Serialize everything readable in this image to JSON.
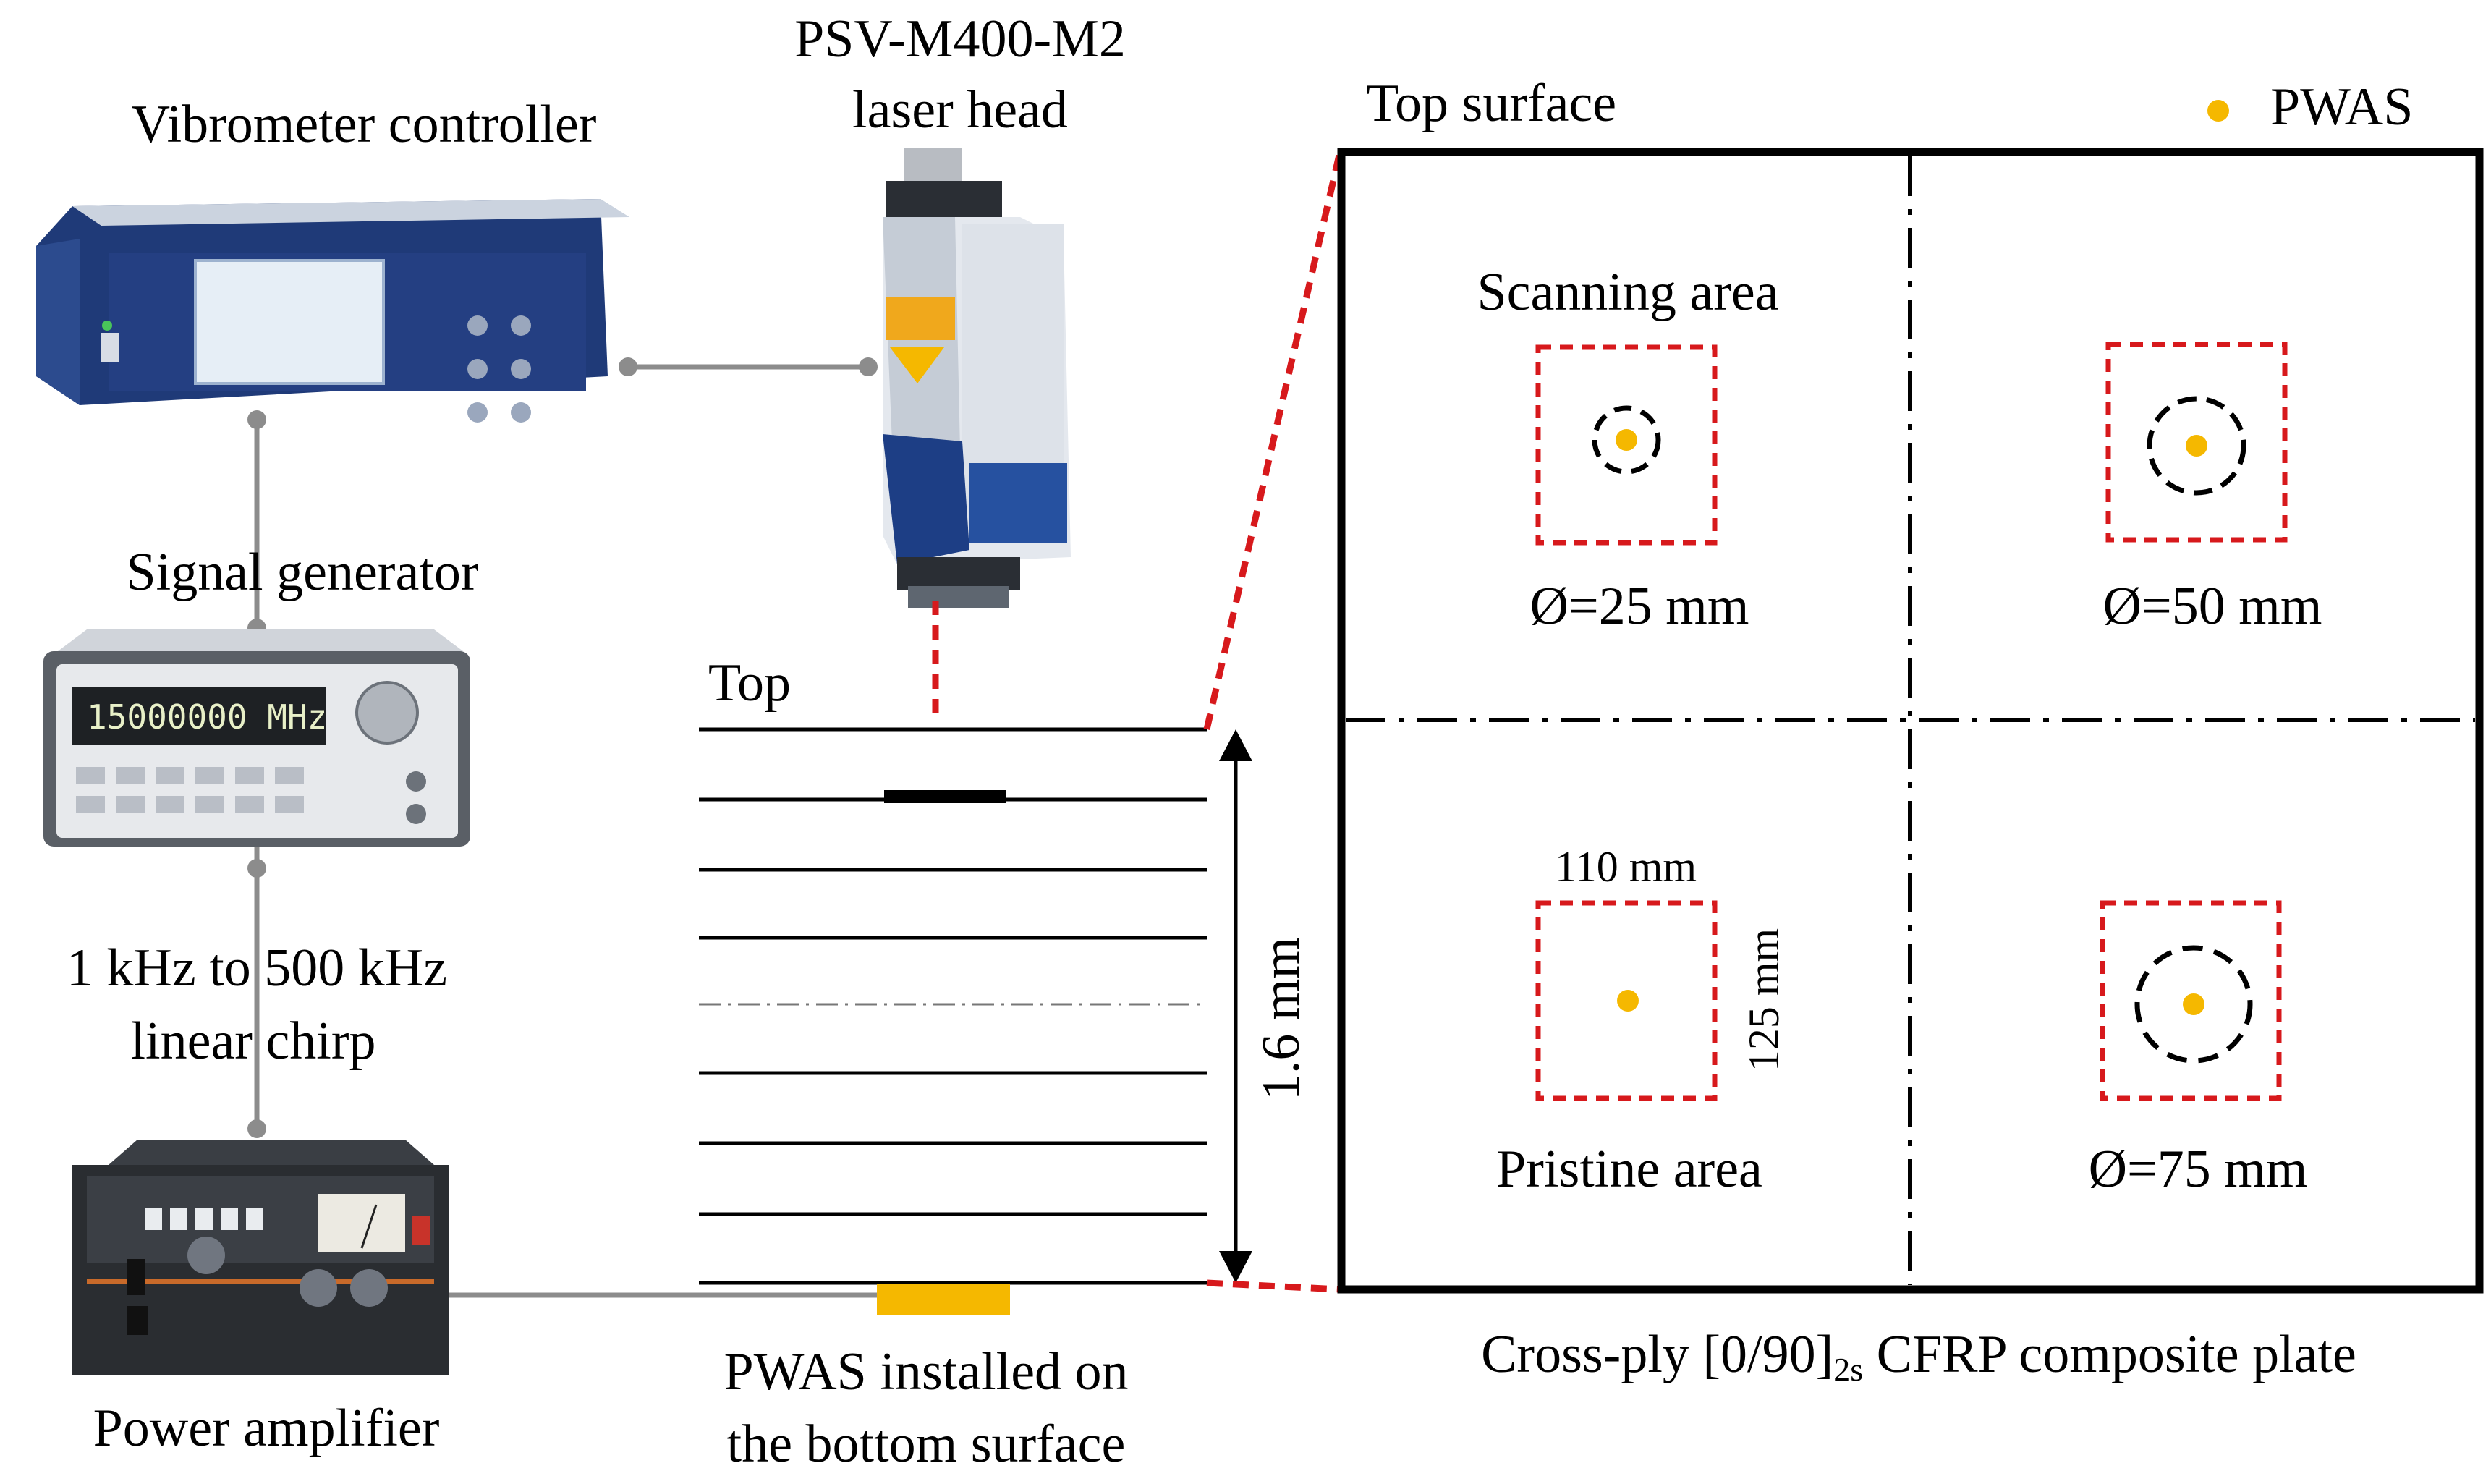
{
  "equipment": {
    "laser_head_line1": "PSV-M400-M2",
    "laser_head_line2": "laser head",
    "controller": "Vibrometer controller",
    "signal_generator": "Signal generator",
    "chirp_line1": "1 kHz to 500 kHz",
    "chirp_line2": "linear chirp",
    "amplifier": "Power amplifier",
    "generator_display": "15000000 MHz"
  },
  "cross_section": {
    "top_label": "Top",
    "thickness": "1.6 mm",
    "pwas_line1": "PWAS installed on",
    "pwas_line2": "the bottom surface"
  },
  "plate": {
    "top_surface": "Top surface",
    "legend": "PWAS",
    "scanning_area": "Scanning area",
    "d25": "Ø=25 mm",
    "d50": "Ø=50 mm",
    "d75": "Ø=75 mm",
    "pristine_area": "Pristine area",
    "width_dim": "110 mm",
    "height_dim": "125 mm",
    "caption_main": "Cross-ply [0/90]",
    "caption_sub": "2s",
    "caption_end": " CFRP composite plate"
  },
  "colors": {
    "pwas": "#F5B800",
    "dashed_red": "#D7191C",
    "connector": "#8C8C8C"
  }
}
